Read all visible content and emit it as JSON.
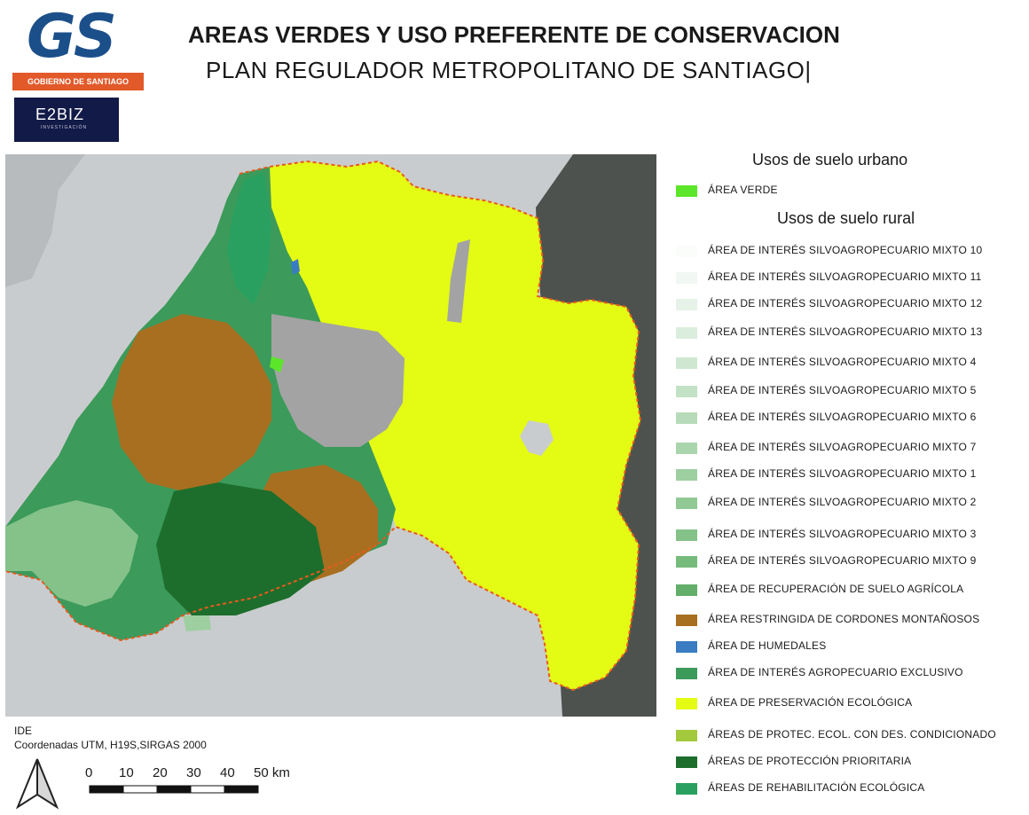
{
  "logo_gs": {
    "letters": "GS",
    "band_text": "GOBIERNO DE SANTIAGO"
  },
  "logo_e2biz": {
    "name": "E2BIZ",
    "sub": "INVESTIGACIÓN"
  },
  "title": "AREAS VERDES Y USO PREFERENTE DE CONSERVACION",
  "subtitle": "PLAN REGULADOR METROPOLITANO DE SANTIAGO|",
  "legend": {
    "urban_heading": "Usos de suelo urbano",
    "urban_items": [
      {
        "label": "ÁREA VERDE",
        "color": "#5ce62a"
      }
    ],
    "rural_heading": "Usos de suelo rural",
    "rural_items": [
      {
        "label": "ÁREA DE INTERÉS SILVOAGROPECUARIO MIXTO 10",
        "color": "#fbfdfb"
      },
      {
        "label": "ÁREA DE INTERÉS SILVOAGROPECUARIO MIXTO 11",
        "color": "#f1f7f2"
      },
      {
        "label": "ÁREA DE INTERÉS SILVOAGROPECUARIO MIXTO 12",
        "color": "#e6f2e7"
      },
      {
        "label": "ÁREA DE INTERÉS SILVOAGROPECUARIO MIXTO 13",
        "color": "#dbeddc"
      },
      {
        "label": "ÁREA DE INTERÉS SILVOAGROPECUARIO MIXTO 4",
        "color": "#cfe7d1"
      },
      {
        "label": "ÁREA DE INTERÉS SILVOAGROPECUARIO MIXTO 5",
        "color": "#c3e1c5"
      },
      {
        "label": "ÁREA DE INTERÉS SILVOAGROPECUARIO MIXTO 6",
        "color": "#b7dbb9"
      },
      {
        "label": "ÁREA DE INTERÉS SILVOAGROPECUARIO MIXTO 7",
        "color": "#abd5ad"
      },
      {
        "label": "ÁREA DE INTERÉS SILVOAGROPECUARIO MIXTO 1",
        "color": "#9ecfa1"
      },
      {
        "label": "ÁREA DE INTERÉS SILVOAGROPECUARIO MIXTO 2",
        "color": "#91c995"
      },
      {
        "label": "ÁREA DE INTERÉS SILVOAGROPECUARIO MIXTO 3",
        "color": "#84c289"
      },
      {
        "label": "ÁREA DE INTERÉS SILVOAGROPECUARIO MIXTO 9",
        "color": "#76bb7c"
      },
      {
        "label": "ÁREA DE RECUPERACIÓN DE SUELO AGRÍCOLA",
        "color": "#62ae6a"
      },
      {
        "label": "ÁREA RESTRINGIDA DE CORDONES MONTAÑOSOS",
        "color": "#a86f20"
      },
      {
        "label": "ÁREA DE HUMEDALES",
        "color": "#3a7cc1"
      },
      {
        "label": "ÁREA DE INTERÉS AGROPECUARIO EXCLUSIVO",
        "color": "#3c9a5a"
      },
      {
        "label": "ÁREA DE PRESERVACIÓN ECOLÓGICA",
        "color": "#e4fb14"
      },
      {
        "label": "ÁREAS DE PROTEC. ECOL. CON DES. CONDICIONADO",
        "color": "#a3c93c"
      },
      {
        "label": "ÁREAS DE PROTECCIÓN PRIORITARIA",
        "color": "#1d6e2c"
      },
      {
        "label": "ÁREAS DE REHABILITACIÓN ECOLÓGICA",
        "color": "#2aa060"
      }
    ]
  },
  "map_colors": {
    "background": "#c9ccce",
    "dark_border": "#4d524f",
    "urban": "#a3a3a3",
    "boundary": "#e85a1e"
  },
  "source_label": "IDE",
  "coordinates": "Coordenadas UTM, H19S,SIRGAS 2000",
  "north_arrow": "north-arrow-icon",
  "scale": {
    "ticks": [
      "0",
      "10",
      "20",
      "30",
      "40",
      "50 km"
    ]
  }
}
